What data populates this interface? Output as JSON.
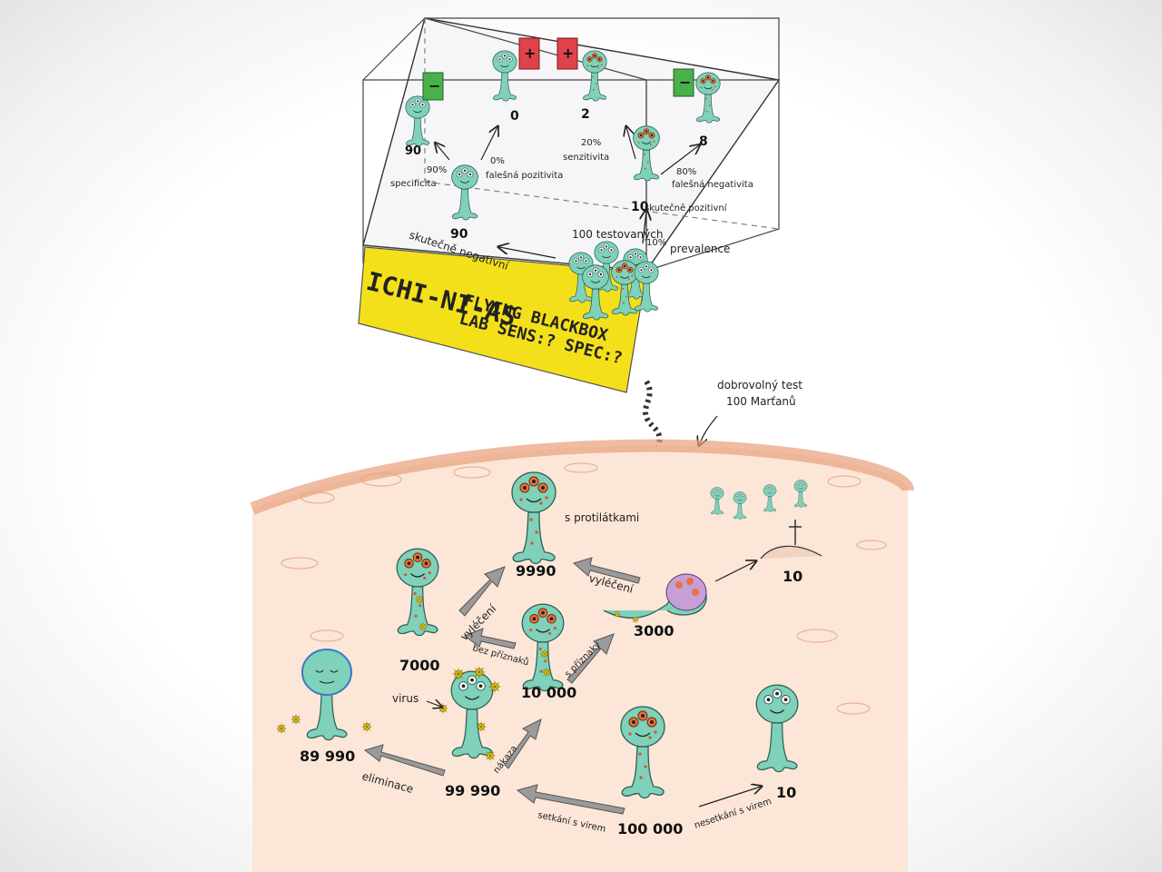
{
  "box": {
    "banner_line1": "ICHI-NI-AS",
    "banner_line2": "FLYING BLACKBOX",
    "banner_line3": "LAB SENS:? SPEC:?",
    "tested": "100 testovaných",
    "prevalence_pct": "10%",
    "prevalence": "prevalence",
    "true_neg_count": "90",
    "true_neg_label": "skutečně negativní",
    "true_pos_count": "10",
    "true_pos_label": "skutečně pozitivní",
    "spec_pct": "90%",
    "spec_label": "specificita",
    "fp_pct": "0%",
    "fp_label": "falešná pozitivita",
    "sens_pct": "20%",
    "sens_label": "senzitivita",
    "fn_pct": "80%",
    "fn_label": "falešná negativita",
    "neg_result_count": "90",
    "fp_result_count": "0",
    "tp_result_count": "2",
    "fn_result_count": "8",
    "minus": "−",
    "plus": "+"
  },
  "ground": {
    "volunteer_line1": "dobrovolný test",
    "volunteer_line2": "100 Marťanů",
    "antibodies": "s protilátkami",
    "n_antibodies": "9990",
    "n_asym": "7000",
    "n_sym_ill": "3000",
    "n_dead": "10",
    "n_infected": "10 000",
    "n_met": "99 990",
    "n_eliminated": "89 990",
    "n_total": "100 000",
    "n_not_met": "10",
    "cured1": "vyléčení",
    "cured2": "vyléčení",
    "no_symptoms": "bez příznaků",
    "with_symptoms": "s příznaky",
    "virus": "virus",
    "infection": "nákaza",
    "elimination": "eliminace",
    "met_virus": "setkání s virem",
    "not_met_virus": "nesetkání s virem"
  },
  "colors": {
    "alien": "#7fd1b9",
    "alien_stroke": "#2e5e55",
    "eye": "#e8743b",
    "ground": "#e8a07a",
    "banner": "#f4e01a",
    "neg_card": "#49b04a",
    "pos_card": "#e0424b",
    "arrow_fill": "#9a9a9a"
  }
}
